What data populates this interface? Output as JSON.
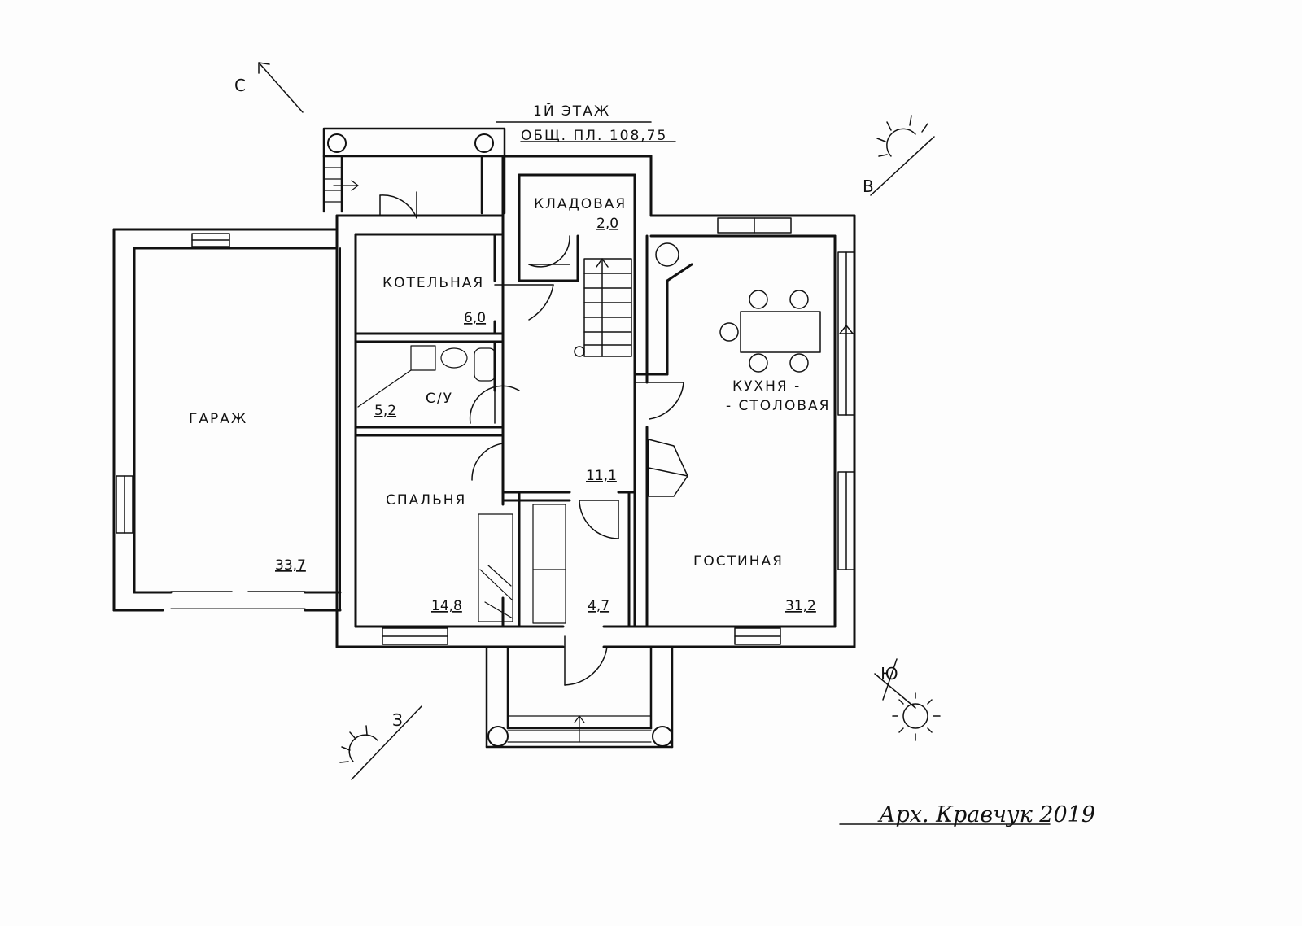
{
  "title": {
    "floor": "1Й ЭТАЖ",
    "total": "ОБЩ. ПЛ. 108,75"
  },
  "rooms": {
    "garage": {
      "name": "ГАРАЖ",
      "area": "33,7"
    },
    "boiler": {
      "name": "КОТЕЛЬНАЯ",
      "area": "6,0"
    },
    "pantry": {
      "name": "КЛАДОВАЯ",
      "area": "2,0"
    },
    "wc": {
      "name": "С/У",
      "area": "5,2"
    },
    "bedroom": {
      "name": "СПАЛЬНЯ",
      "area": "14,8"
    },
    "hall": {
      "area": "11,1"
    },
    "vestibule": {
      "area": "4,7"
    },
    "kitchen": {
      "name_line1": "КУХНЯ -",
      "name_line2": "- СТОЛОВАЯ"
    },
    "living": {
      "name": "ГОСТИНАЯ",
      "area": "31,2"
    }
  },
  "compass": {
    "north": "С",
    "east": "В",
    "south": "Ю",
    "west": "З"
  },
  "signature": "Арх. Кравчук  2019"
}
